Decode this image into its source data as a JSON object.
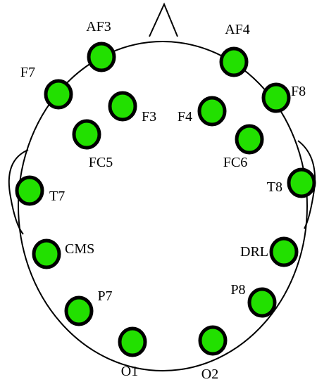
{
  "colors": {
    "electrode_fill": "#22e000",
    "electrode_stroke": "#000000",
    "outline": "#000000",
    "background": "#ffffff"
  },
  "electrodes": [
    {
      "id": "af3",
      "label": "AF3"
    },
    {
      "id": "af4",
      "label": "AF4"
    },
    {
      "id": "f7",
      "label": "F7"
    },
    {
      "id": "f8",
      "label": "F8"
    },
    {
      "id": "f3",
      "label": "F3"
    },
    {
      "id": "f4",
      "label": "F4"
    },
    {
      "id": "fc5",
      "label": "FC5"
    },
    {
      "id": "fc6",
      "label": "FC6"
    },
    {
      "id": "t7",
      "label": "T7"
    },
    {
      "id": "t8",
      "label": "T8"
    },
    {
      "id": "cms",
      "label": "CMS"
    },
    {
      "id": "drl",
      "label": "DRL"
    },
    {
      "id": "p7",
      "label": "P7"
    },
    {
      "id": "p8",
      "label": "P8"
    },
    {
      "id": "o1",
      "label": "O1"
    },
    {
      "id": "o2",
      "label": "O2"
    }
  ]
}
